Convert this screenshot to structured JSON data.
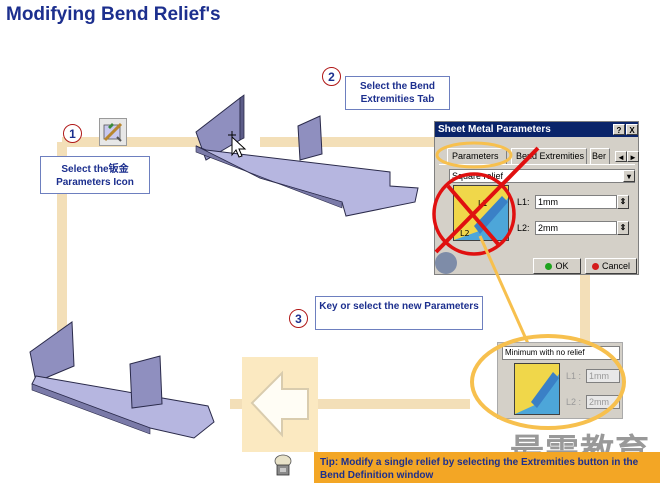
{
  "slide": {
    "title": "Modifying Bend Relief's",
    "steps": [
      {
        "number": "1",
        "text": "Select the钣金 Parameters Icon"
      },
      {
        "number": "2",
        "text": "Select the Bend Extremities Tab"
      },
      {
        "number": "3",
        "text": "Key or select the new Parameters"
      }
    ],
    "tip": "Tip: Modify a single relief by selecting the Extremities button in the Bend Definition window",
    "watermark": "最需教育"
  },
  "dialog": {
    "title": "Sheet Metal Parameters",
    "help_label": "?",
    "close_label": "X",
    "tabs": [
      "Parameters",
      "Bend Extremities",
      "Ber"
    ],
    "scroll_left": "◄",
    "scroll_right": "►",
    "relief_type": "Square relief",
    "l1_label": "L1:",
    "l1_value": "1mm",
    "l2_label": "L2:",
    "l2_value": "2mm",
    "ok_label": "OK",
    "cancel_label": "Cancel"
  },
  "dialog_zoom": {
    "relief_type": "Minimum with no relief",
    "l1_label": "L1 :",
    "l1_value": "1mm",
    "l2_label": "L2 :",
    "l2_value": "2mm"
  },
  "colors": {
    "title": "#1c2f8e",
    "track": "#f3dfb8",
    "red_mark": "#e01010",
    "highlight_ring": "#f7c04e",
    "tip_bg": "#f3a625",
    "part_face": "#b6b6e0"
  },
  "icons": [
    "sheet-metal-parameters-icon",
    "cursor-arrow-icon",
    "back-arrow-icon",
    "tip-icon",
    "relief-preview-icon"
  ]
}
